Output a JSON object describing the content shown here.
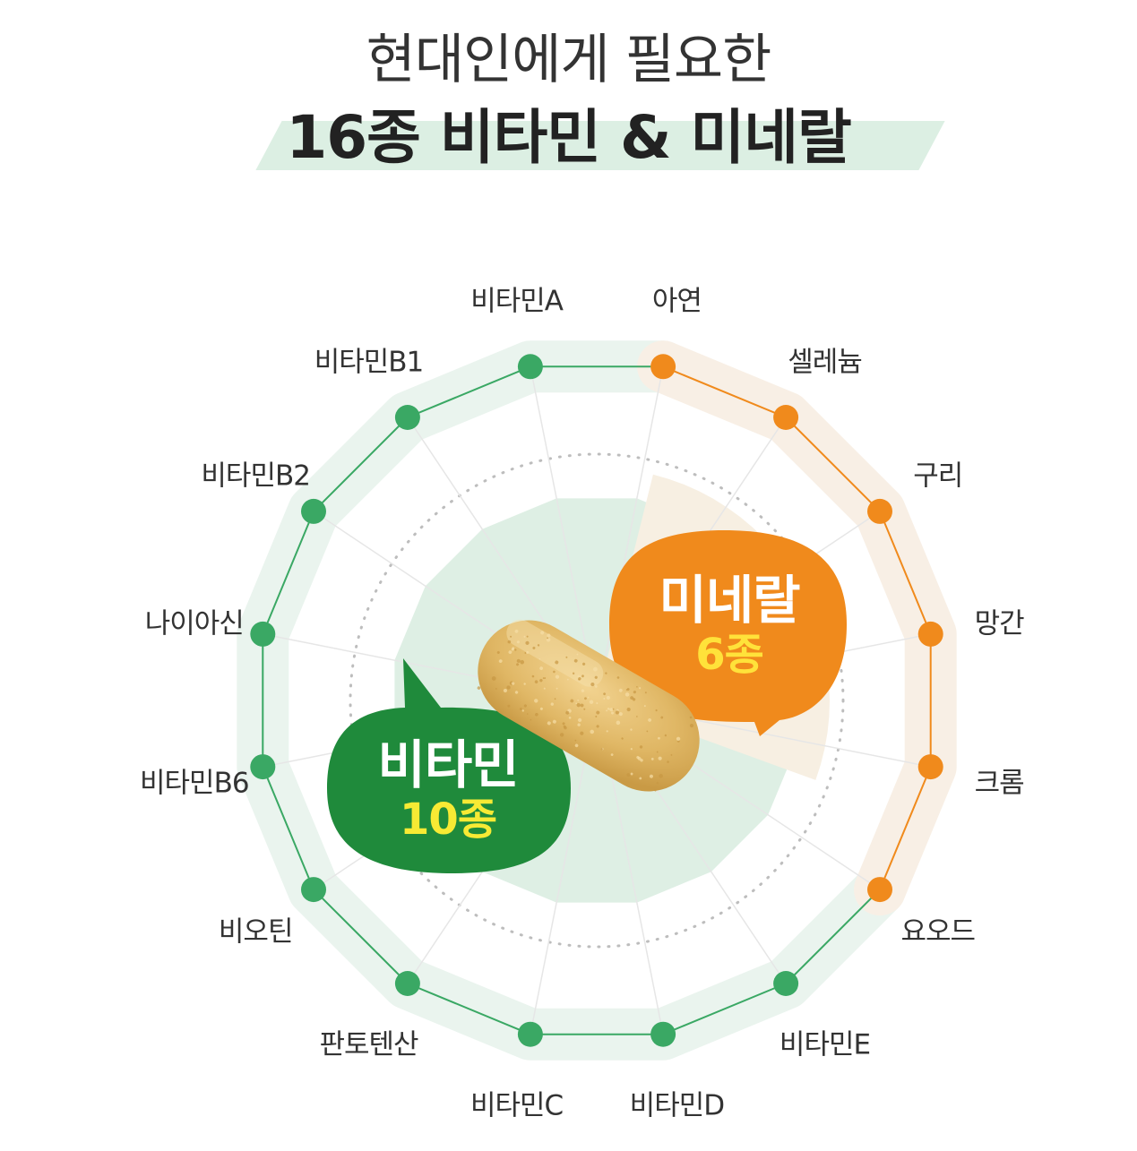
{
  "header": {
    "line1": "현대인에게 필요한",
    "line2": "16종 비타민 & 미네랄"
  },
  "colors": {
    "vitamin_green": "#3aa864",
    "vitamin_dark_green": "#1f8a3b",
    "mineral_orange": "#f08a1c",
    "highlight_bg": "#dcefe3",
    "vitamin_halo": "#eaf4ee",
    "mineral_halo": "#f8efe5",
    "capsule": "#e0b765"
  },
  "vitamins": [
    "비타민A",
    "비타민B1",
    "비타민B2",
    "나이아신",
    "비타민B6",
    "비오틴",
    "판토텐산",
    "비타민C",
    "비타민D",
    "비타민E"
  ],
  "minerals": [
    "아연",
    "셀레늄",
    "구리",
    "망간",
    "크롬",
    "요오드"
  ],
  "bubble_vitamin": {
    "title": "비타민",
    "count": "10종"
  },
  "bubble_mineral": {
    "title": "미네랄",
    "count": "6종"
  },
  "icons": {
    "center": "capsule-icon"
  }
}
